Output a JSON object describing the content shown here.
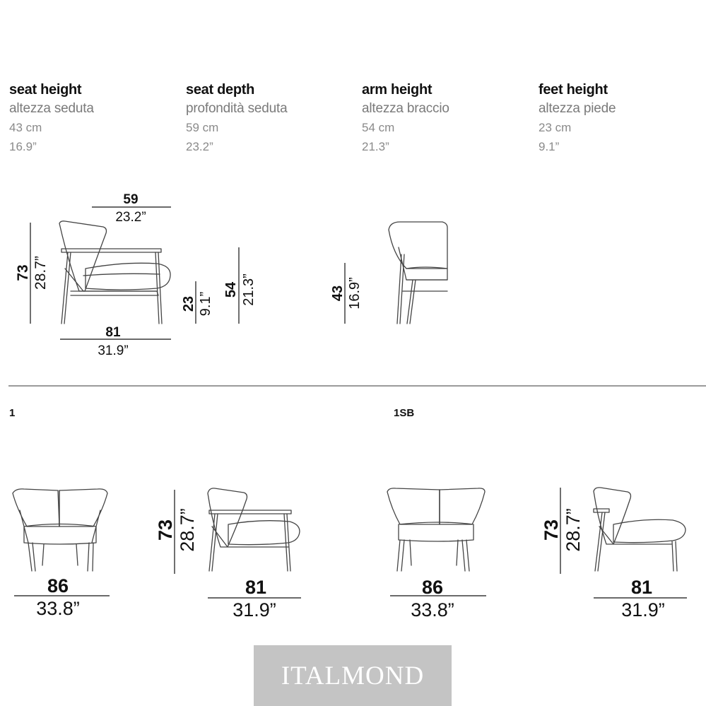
{
  "specs": [
    {
      "title": "seat height",
      "subtitle": "altezza seduta",
      "cm": "43 cm",
      "inch": "16.9”"
    },
    {
      "title": "seat depth",
      "subtitle": "profondità seduta",
      "cm": "59 cm",
      "inch": "23.2”"
    },
    {
      "title": "arm height",
      "subtitle": "altezza braccio",
      "cm": "54 cm",
      "inch": "21.3”"
    },
    {
      "title": "feet height",
      "subtitle": "altezza piede",
      "cm": "23 cm",
      "inch": "9.1”"
    }
  ],
  "top_diagram": {
    "depth_cm": "59",
    "depth_in": "23.2”",
    "height_cm": "73",
    "height_in": "28.7”",
    "width_cm": "81",
    "width_in": "31.9”",
    "feet_cm": "23",
    "feet_in": "9.1”",
    "arm_cm": "54",
    "arm_in": "21.3”",
    "seat_cm": "43",
    "seat_in": "16.9”"
  },
  "variants": [
    {
      "label": "1",
      "front_width_cm": "86",
      "front_width_in": "33.8”",
      "side_depth_cm": "81",
      "side_depth_in": "31.9”",
      "height_cm": "73",
      "height_in": "28.7”"
    },
    {
      "label": "1SB",
      "front_width_cm": "86",
      "front_width_in": "33.8”",
      "side_depth_cm": "81",
      "side_depth_in": "31.9”",
      "height_cm": "73",
      "height_in": "28.7”"
    }
  ],
  "logo_text": "ITALMOND"
}
